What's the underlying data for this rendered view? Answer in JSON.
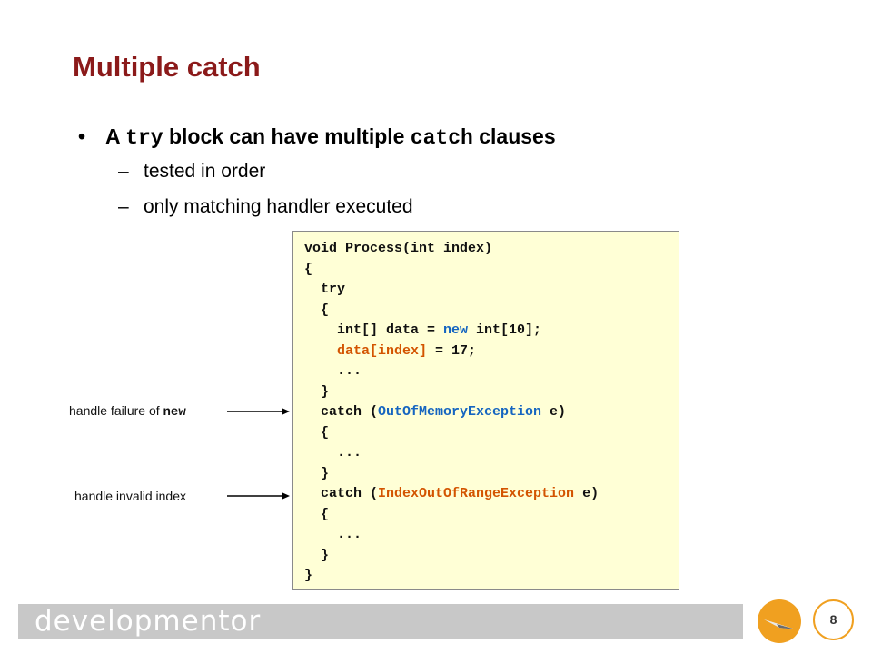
{
  "slide": {
    "title": "Multiple catch",
    "bullet": {
      "marker": "•",
      "prefix": "A ",
      "code1": "try",
      "middle": " block can have multiple ",
      "code2": "catch",
      "suffix": " clauses"
    },
    "subpoints": [
      {
        "dash": "–",
        "text": "tested in order"
      },
      {
        "dash": "–",
        "text": "only matching handler executed"
      }
    ]
  },
  "code": {
    "l1": "void Process(int index)",
    "l2": "{",
    "l3": "  try",
    "l4": "  {",
    "l5_a": "    int[] data = ",
    "l5_kw": "new",
    "l5_b": " int[10];",
    "l6_a": "    ",
    "l6_hl": "data[index]",
    "l6_b": " = 17;",
    "l7": "    ...",
    "l8": "  }",
    "l9_a": "  catch (",
    "l9_ex": "OutOfMemoryException",
    "l9_b": " e)",
    "l10": "  {",
    "l11": "    ...",
    "l12": "  }",
    "l13_a": "  catch (",
    "l13_ex": "IndexOutOfRangeException",
    "l13_b": " e)",
    "l14": "  {",
    "l15": "    ...",
    "l16": "  }",
    "l17": "}"
  },
  "annotations": {
    "new_label": "handle failure of ",
    "new_code": "new",
    "index_label": "handle invalid index"
  },
  "footer": {
    "brand": "developmentor",
    "page_number": "8",
    "brand_color": "#f0a020"
  }
}
